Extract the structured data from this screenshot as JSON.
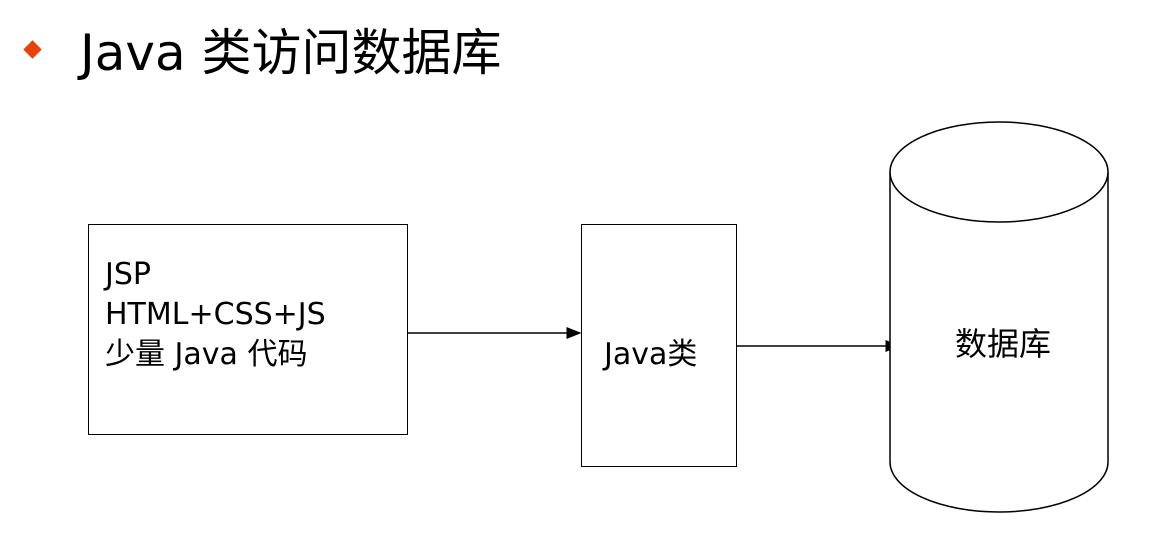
{
  "slide": {
    "title": "Java 类访问数据库",
    "bullet_color": "#e8420a"
  },
  "diagram": {
    "jsp_box": {
      "lines": [
        "JSP",
        "HTML+CSS+JS",
        "少量 Java 代码"
      ]
    },
    "java_class_box": {
      "label": "Java类"
    },
    "database": {
      "label": "数据库"
    }
  }
}
